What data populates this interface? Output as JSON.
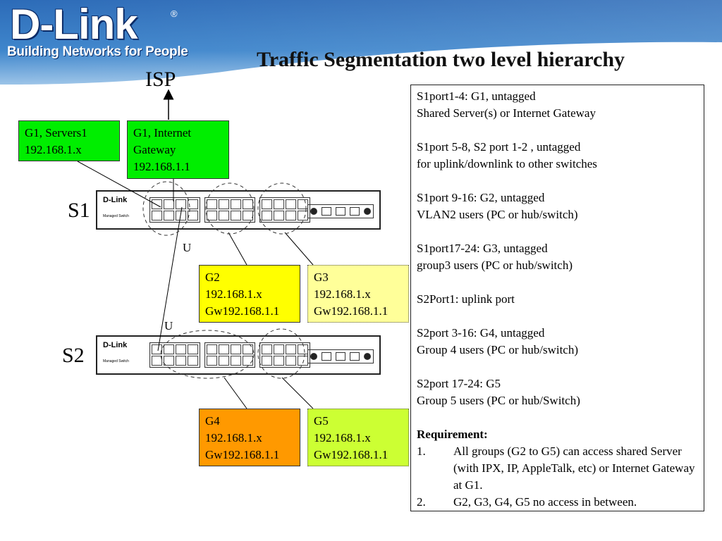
{
  "header": {
    "logo_text": "D-Link",
    "logo_reg": "®",
    "tagline": "Building Networks for People",
    "title": "Traffic Segmentation two level hierarchy"
  },
  "diagram": {
    "isp_label": "ISP",
    "s1_label": "S1",
    "s2_label": "S2",
    "uplink_label_1": "U",
    "uplink_label_2": "U",
    "switch_brand": "D-Link",
    "switch_model": "Managed Switch",
    "boxes": {
      "g1_servers": {
        "line1": "G1, Servers1",
        "line2": "192.168.1.x",
        "color": "#00ee00"
      },
      "g1_gateway": {
        "line1": "G1, Internet",
        "line2": "Gateway",
        "line3": "192.168.1.1",
        "color": "#00ee00"
      },
      "g2": {
        "line1": "G2",
        "line2": "192.168.1.x",
        "line3": "Gw192.168.1.1",
        "color": "#ffff00"
      },
      "g3": {
        "line1": "G3",
        "line2": "192.168.1.x",
        "line3": "Gw192.168.1.1",
        "color": "#ffff99"
      },
      "g4": {
        "line1": "G4",
        "line2": "192.168.1.x",
        "line3": "Gw192.168.1.1",
        "color": "#ff9900"
      },
      "g5": {
        "line1": "G5",
        "line2": "192.168.1.x",
        "line3": "Gw192.168.1.1",
        "color": "#ccff33"
      }
    }
  },
  "info_panel": {
    "line_1": "S1port1-4: G1, untagged",
    "line_2": "Shared Server(s) or Internet Gateway",
    "line_3": "S1port 5-8, S2 port 1-2 , untagged",
    "line_4": "for uplink/downlink to other switches",
    "line_5": "S1port 9-16: G2, untagged",
    "line_6": "VLAN2 users (PC or hub/switch)",
    "line_7": "S1port17-24: G3, untagged",
    "line_8": "group3 users (PC or hub/switch)",
    "line_9": "S2Port1: uplink port",
    "line_10": "S2port 3-16: G4, untagged",
    "line_11": "Group 4 users (PC or hub/switch)",
    "line_12": "S2port 17-24: G5",
    "line_13": "Group 5 users (PC or hub/Switch)",
    "requirement_title": "Requirement:",
    "req_1_num": "1.",
    "req_1_text": "All groups (G2 to G5) can access shared Server (with IPX, IP, AppleTalk, etc) or Internet Gateway at G1.",
    "req_2_num": "2.",
    "req_2_text": "G2, G3, G4, G5 no access in between."
  }
}
